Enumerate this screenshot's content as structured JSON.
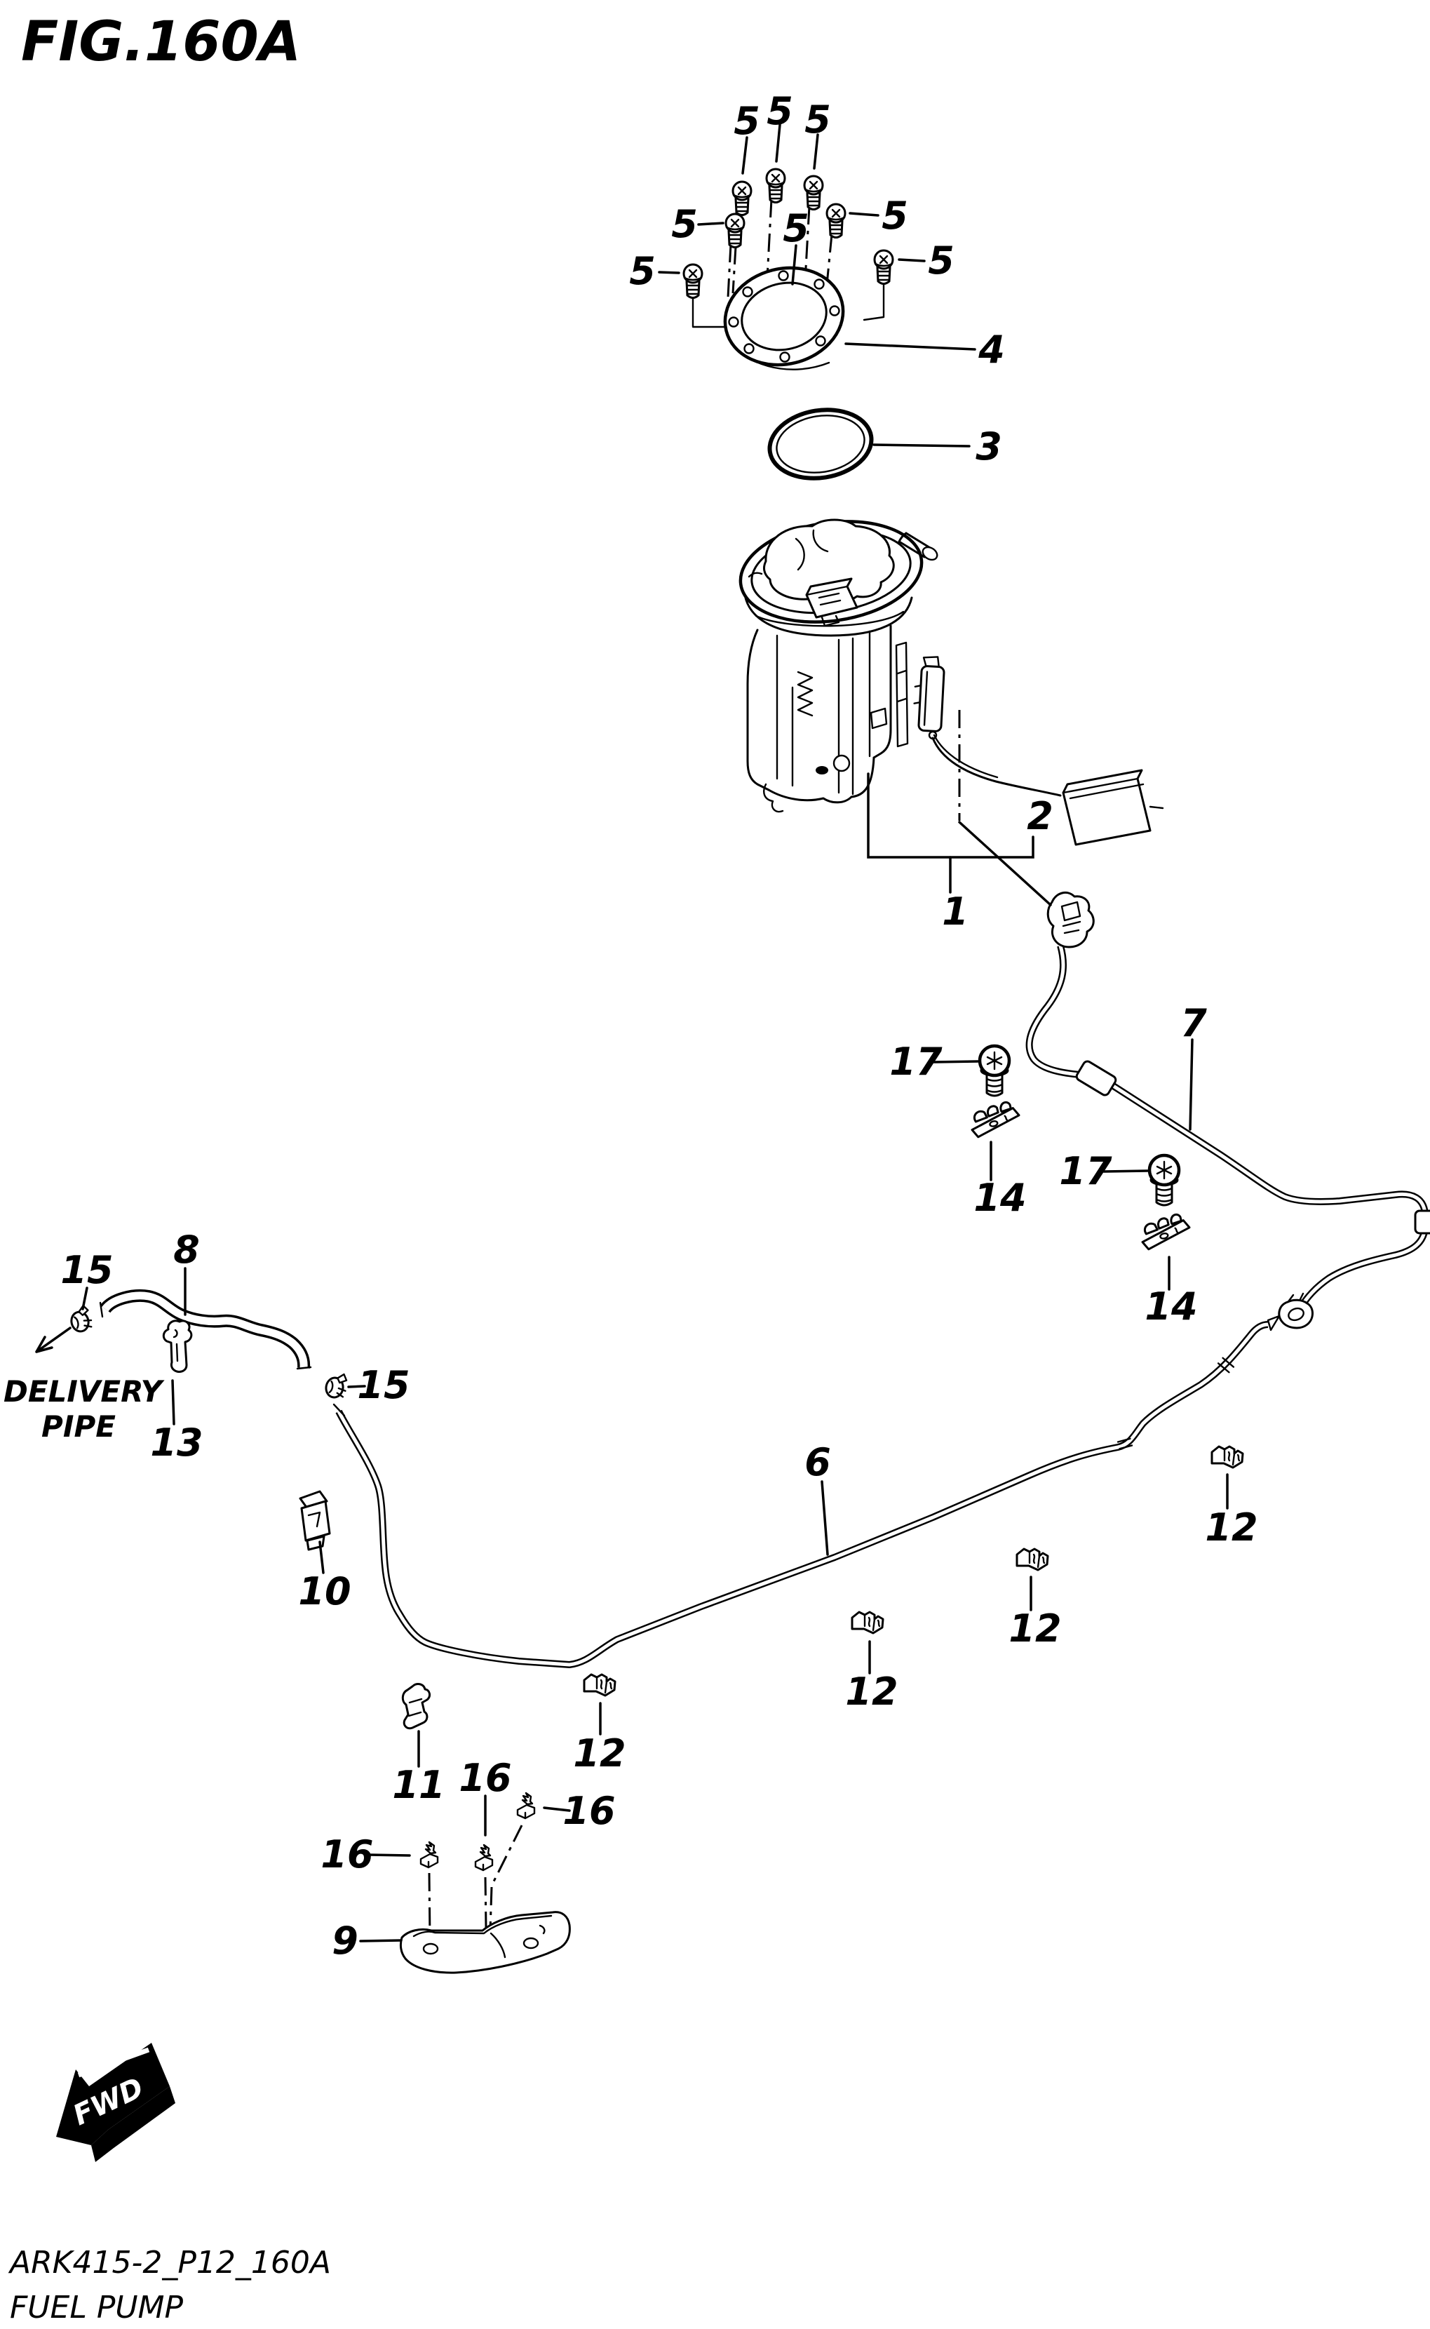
{
  "colors": {
    "ink": "#000000",
    "paper": "#ffffff"
  },
  "title": "FIG.160A",
  "annotations": {
    "delivery_line1": "DELIVERY",
    "delivery_line2": "PIPE",
    "fwd": "FWD"
  },
  "footer": {
    "code": "ARK415-2_P12_160A",
    "name": "FUEL PUMP"
  },
  "callouts": {
    "five_1": "5",
    "five_2": "5",
    "five_3": "5",
    "five_4": "5",
    "five_5": "5",
    "five_6": "5",
    "five_7": "5",
    "five_8": "5",
    "four": "4",
    "three": "3",
    "one": "1",
    "two": "2",
    "six": "6",
    "seven": "7",
    "eight": "8",
    "nine": "9",
    "ten": "10",
    "eleven": "11",
    "twelve_1": "12",
    "twelve_2": "12",
    "twelve_3": "12",
    "twelve_4": "12",
    "thirteen": "13",
    "fourteen_1": "14",
    "fourteen_2": "14",
    "fifteen_1": "15",
    "fifteen_2": "15",
    "sixteen_1": "16",
    "sixteen_2": "16",
    "sixteen_3": "16",
    "seventeen_1": "17",
    "seventeen_2": "17"
  }
}
